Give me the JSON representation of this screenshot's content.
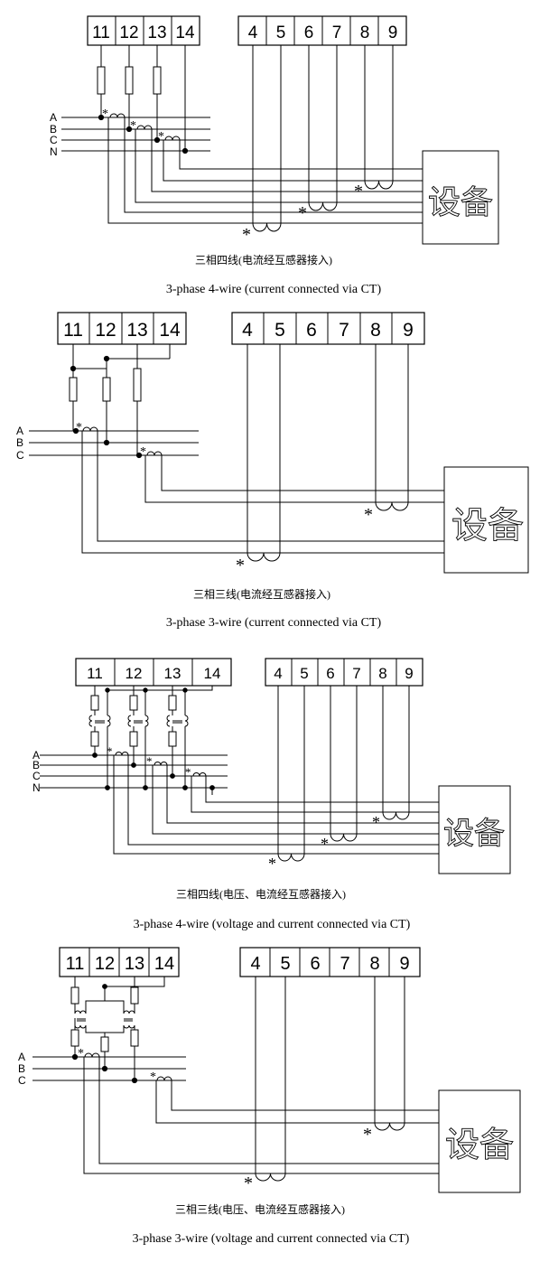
{
  "diagrams": [
    {
      "terminals_left": [
        "11",
        "12",
        "13",
        "14"
      ],
      "terminals_right": [
        "4",
        "5",
        "6",
        "7",
        "8",
        "9"
      ],
      "phases": [
        "A",
        "B",
        "C",
        "N"
      ],
      "device_label": "设备",
      "caption_cn": "三相四线(电流经互感器接入)",
      "caption_en": "3-phase 4-wire (current connected via CT)",
      "polarity_mark": "*"
    },
    {
      "terminals_left": [
        "11",
        "12",
        "13",
        "14"
      ],
      "terminals_right": [
        "4",
        "5",
        "6",
        "7",
        "8",
        "9"
      ],
      "phases": [
        "A",
        "B",
        "C"
      ],
      "device_label": "设备",
      "caption_cn": "三相三线(电流经互感器接入)",
      "caption_en": "3-phase 3-wire (current connected via CT)",
      "polarity_mark": "*"
    },
    {
      "terminals_left": [
        "11",
        "12",
        "13",
        "14"
      ],
      "terminals_right": [
        "4",
        "5",
        "6",
        "7",
        "8",
        "9"
      ],
      "phases": [
        "A",
        "B",
        "C",
        "N"
      ],
      "device_label": "设备",
      "caption_cn": "三相四线(电压、电流经互感器接入)",
      "caption_en": "3-phase 4-wire (voltage and current connected via CT)",
      "polarity_mark": "*"
    },
    {
      "terminals_left": [
        "11",
        "12",
        "13",
        "14"
      ],
      "terminals_right": [
        "4",
        "5",
        "6",
        "7",
        "8",
        "9"
      ],
      "phases": [
        "A",
        "B",
        "C"
      ],
      "device_label": "设备",
      "caption_cn": "三相三线(电压、电流经互感器接入)",
      "caption_en": "3-phase 3-wire (voltage and current connected via CT)",
      "polarity_mark": "*"
    }
  ]
}
